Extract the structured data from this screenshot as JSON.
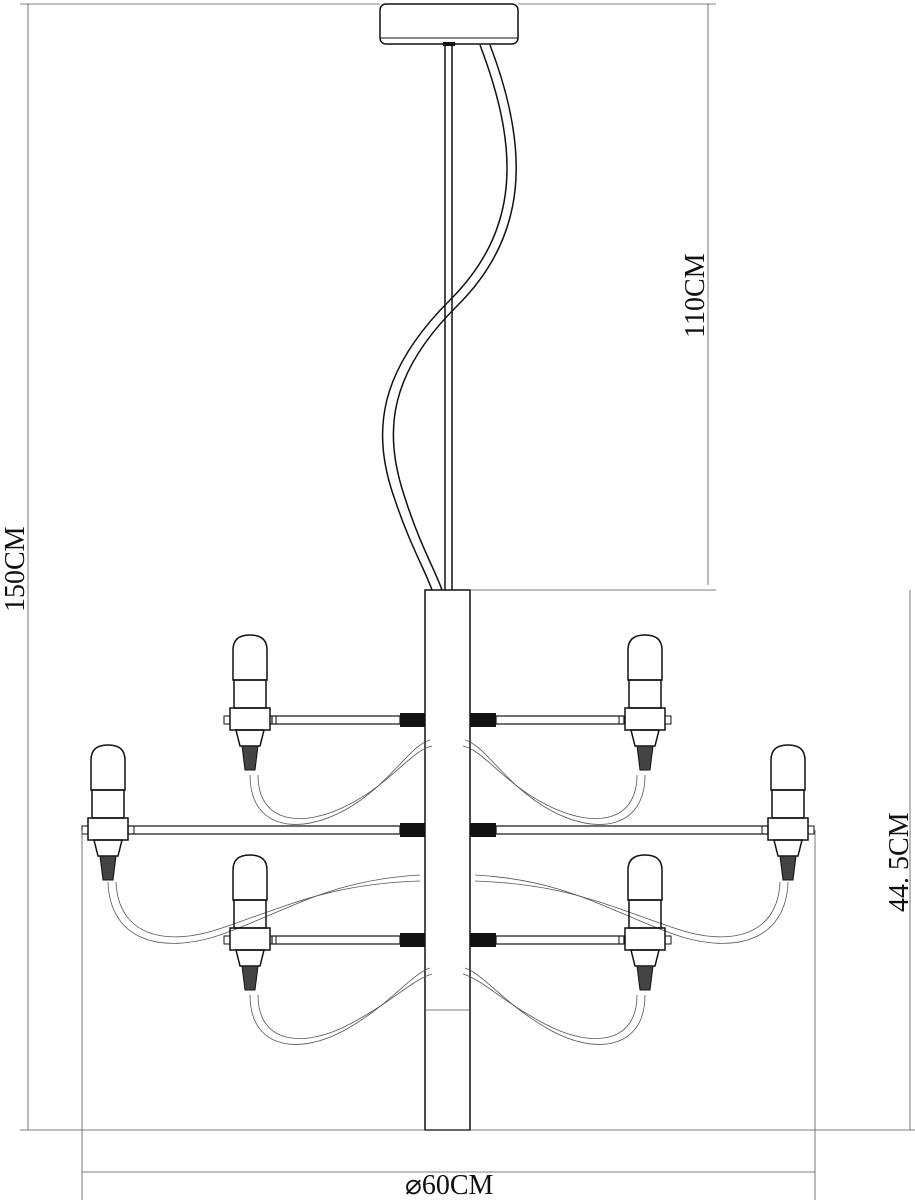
{
  "dimensions": {
    "total_height": "150CM",
    "cable_length": "110CM",
    "body_height": "44. 5CM",
    "diameter": "⌀60CM"
  },
  "colors": {
    "line": "#111111",
    "dimension_line": "#555555",
    "background": "#ffffff"
  }
}
